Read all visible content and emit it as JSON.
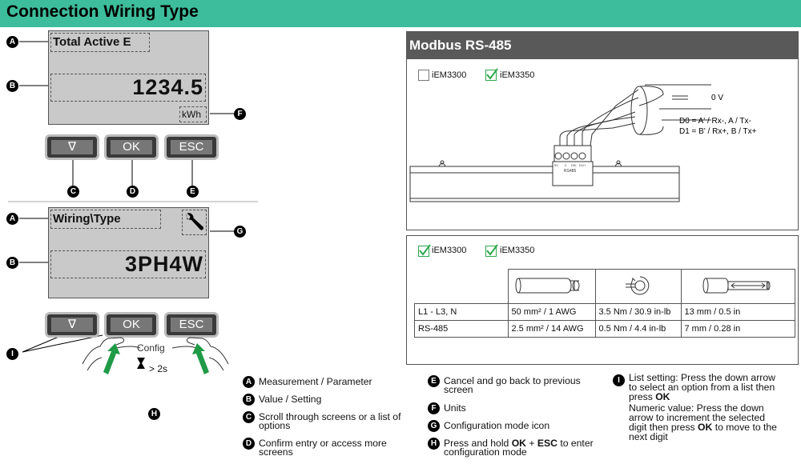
{
  "page_title": "Connection Wiring Type",
  "screen1": {
    "label": "Total Active E",
    "value": "1234.5",
    "unit": "kWh"
  },
  "screen2": {
    "label": "Wiring\\Type",
    "value": "3PH4W"
  },
  "buttons": {
    "down": "∇",
    "ok": "OK",
    "esc": "ESC"
  },
  "markers": {
    "a": "A",
    "b": "B",
    "c": "C",
    "d": "D",
    "e": "E",
    "f": "F",
    "g": "G",
    "h": "H",
    "i": "I"
  },
  "config": {
    "label": "Config",
    "hold": "> 2s"
  },
  "modbus": {
    "title": "Modbus RS-485",
    "models": [
      "iEM3300",
      "iEM3350"
    ],
    "wires": [
      "0 V",
      "D0 = A' / Rx-, A / Tx-",
      "D1 = B' / Rx+, B / Tx+"
    ],
    "terminal_labels": [
      "0V",
      "⏚",
      "D0/-",
      "D1/+"
    ],
    "terminal_caption": "RS485"
  },
  "cable_table": {
    "models": [
      "iEM3300",
      "iEM3350"
    ],
    "rows": [
      {
        "name": "L1 - L3, N",
        "wire": "50 mm² / 1 AWG",
        "torque": "3.5 Nm / 30.9 in-lb",
        "strip": "13 mm / 0.5 in"
      },
      {
        "name": "RS-485",
        "wire": "2.5 mm² / 14 AWG",
        "torque": "0.5 Nm / 4.4 in-lb",
        "strip": "7 mm / 0.28 in"
      }
    ]
  },
  "legend": {
    "a": "Measurement / Parameter",
    "b": "Value / Setting",
    "c1": "Scroll through screens or a list of",
    "c2": "options",
    "d1": "Confirm entry or access more",
    "d2": "screens",
    "e1": "Cancel and go back to previous",
    "e2": "screen",
    "f": "Units",
    "g": "Configuration mode icon",
    "h1a": "Press and hold ",
    "h1b": "OK",
    "h1c": " + ",
    "h1d": "ESC",
    "h1e": " to enter",
    "h2": "configuration mode",
    "i1": "List setting: Press the down arrow",
    "i2": "to select an option from a list then",
    "i3a": "press ",
    "i3b": "OK",
    "i4": "Numeric value: Press the down",
    "i5": "arrow to increment the selected",
    "i6a": "digit then press ",
    "i6b": "OK",
    "i6c": " to move to the",
    "i7": "next digit"
  },
  "colors": {
    "title_bar": "#3dbd9b",
    "lcd": "#c9c9c9",
    "panel_head": "#595959",
    "check": "#2fa84f",
    "arrow": "#1f9a46"
  }
}
